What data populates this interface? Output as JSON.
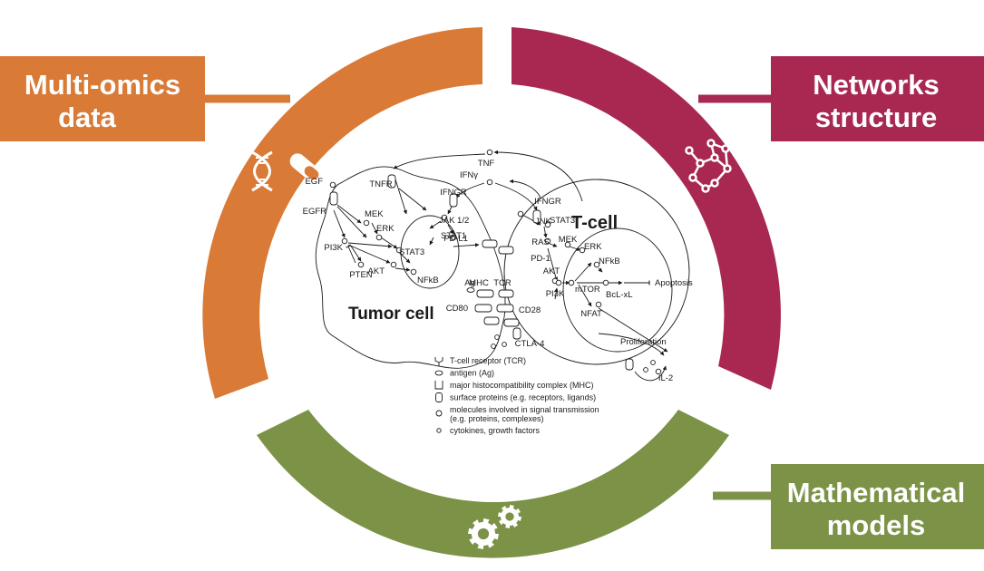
{
  "colors": {
    "omics": "#d97a37",
    "network": "#a82852",
    "models": "#7b9247",
    "ink": "#1a1a1a"
  },
  "panels": {
    "omics": {
      "line1": "Multi-omics",
      "line2": "data",
      "icon": "dna-pill-icon"
    },
    "network": {
      "line1": "Networks",
      "line2": "structure",
      "icon": "network-graph-icon"
    },
    "models": {
      "line1": "Mathematical",
      "line2": "models",
      "icon": "gears-icon"
    }
  },
  "cells": {
    "tumor": "Tumor cell",
    "tcell": "T-cell"
  },
  "molecules": {
    "tnf": "TNF",
    "tnfr": "TNFR",
    "egf": "EGF",
    "egfr": "EGFR",
    "ifng": "IFNγ",
    "ifngr_left": "IFNGR",
    "ifngr_right": "IFNGR",
    "mek_left": "MEK",
    "erk_left": "ERK",
    "jak": "JAK 1/2",
    "pi3k_left": "PI3K",
    "stat3_left": "STAT3",
    "stat1": "STAT1",
    "pten": "PTEN",
    "akt_left": "AKT",
    "nfkb_left": "NFkB",
    "pdl1": "PD-L1",
    "ag": "Ag",
    "mhc": "MHC",
    "tcr": "TCR",
    "cd80": "CD80",
    "jnk": "JNK",
    "stat3_right": "STAT3",
    "ras": "RAS",
    "mek_right": "MEK",
    "erk_right": "ERK",
    "pd1": "PD-1",
    "akt_right": "AKT",
    "nfkb_right": "NFkB",
    "apoptosis": "Apoptosis",
    "pi3k_right": "PI3K",
    "mtor": "mTOR",
    "bclxl": "BcL-xL",
    "cd28": "CD28",
    "nfat": "NFAT",
    "ctla4": "CTLA-4",
    "proliferation": "Proliferation",
    "il2": "IL-2"
  },
  "legend": [
    {
      "symbol": "tcr",
      "text": "T-cell receptor (TCR)"
    },
    {
      "symbol": "antigen",
      "text": "antigen (Ag)"
    },
    {
      "symbol": "mhc",
      "text": "major histocompatibility complex (MHC)"
    },
    {
      "symbol": "surface",
      "text": "surface proteins (e.g. receptors, ligands)"
    },
    {
      "symbol": "molecule",
      "text": "molecules involved in signal transmission",
      "text2": "(e.g. proteins, complexes)"
    },
    {
      "symbol": "cytokine",
      "text": "cytokines, growth factors"
    }
  ]
}
